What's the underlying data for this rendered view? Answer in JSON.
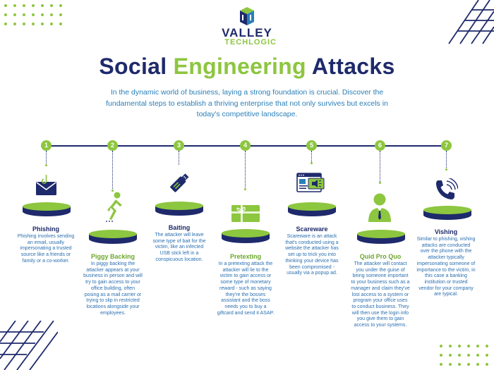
{
  "header": {
    "logo": {
      "line1": "VALLEY",
      "line2": "TECHLOGIC"
    },
    "title": {
      "part1": "Social ",
      "part2": "Engineering",
      "part3": " Attacks"
    },
    "intro": "In the dynamic world of business, laying a strong foundation is crucial. Discover the fundamental steps to establish a thriving enterprise that not only survives but excels in today's competitive landscape."
  },
  "colors": {
    "navy": "#1e2a6b",
    "green": "#8dc63f",
    "blue_text": "#2a7fb8"
  },
  "steps": [
    {
      "number": "1",
      "title": "Phishing",
      "icon": "envelope-hook-icon",
      "description": "Phishing involves sending an email, usually impersonating a trusted source like a friends or family or a co-worker."
    },
    {
      "number": "2",
      "title": "Piggy Backing",
      "icon": "sneaking-person-icon",
      "description": "In piggy backing the attacker appears at your business in person and will try to gain access to your office building, often posing as a mail carrier or trying to slip in restricted locations alongside your employees."
    },
    {
      "number": "3",
      "title": "Baiting",
      "icon": "usb-stick-icon",
      "description": "The attacker will leave some type of bait for the victim, like an infected USB stick left in a conspicuous location."
    },
    {
      "number": "4",
      "title": "Pretexting",
      "icon": "gift-card-icon",
      "description": "In a pretexting attack the attacker will lie to the victim to gain access or some type of monetary reward - such as saying they're the bosses assistant and the boss needs you to buy a giftcard and send it ASAP."
    },
    {
      "number": "5",
      "title": "Scareware",
      "icon": "browser-alert-icon",
      "description": "Scareware is an attack that's conducted using a website the attacker has set up to trick you into thinking your device has been compromised - usually via a popup ad."
    },
    {
      "number": "6",
      "title": "Quid Pro Quo",
      "icon": "businessman-icon",
      "description": "The attacker will contact you under the guise of being someone important to your business such as a manager and claim they've lost access to a system or program your office uses to conduct business. They will then use the login info you give them to gain access to your systems."
    },
    {
      "number": "7",
      "title": "Vishing",
      "icon": "phone-call-icon",
      "description": "Similar to phishing, vishing attacks are conducted over the phone with the attacker typically impersonating someone of importance to the victim, in this case a banking institution or trusted vendor for your company are typical."
    }
  ]
}
